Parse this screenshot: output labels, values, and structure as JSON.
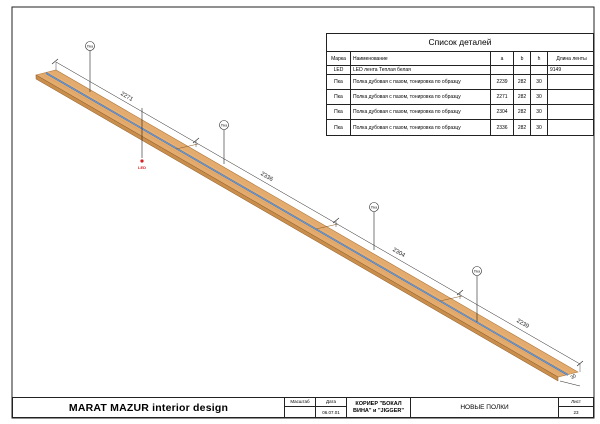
{
  "parts_table": {
    "title": "Список деталей",
    "headers": {
      "mark": "Марка",
      "name": "Наименование",
      "a": "a",
      "b": "b",
      "h": "h",
      "length": "Длина ленты"
    },
    "rows": [
      {
        "mark": "LED",
        "name": "LED лента Теплая белая",
        "a": "",
        "b": "",
        "h": "",
        "length": "9149"
      },
      {
        "mark": "Пка",
        "name": "Полка дубовая с пазом, тонировка по образцу",
        "a": "2239",
        "b": "282",
        "h": "30",
        "length": ""
      },
      {
        "mark": "Пка",
        "name": "Полка дубовая с пазом, тонировка по образцу",
        "a": "2271",
        "b": "282",
        "h": "30",
        "length": ""
      },
      {
        "mark": "Пка",
        "name": "Полка дубовая с пазом, тонировка по образцу",
        "a": "2304",
        "b": "282",
        "h": "30",
        "length": ""
      },
      {
        "mark": "Пка",
        "name": "Полка дубовая с пазом, тонировка по образцу",
        "a": "2336",
        "b": "282",
        "h": "30",
        "length": ""
      }
    ]
  },
  "drawing": {
    "dimensions": [
      "2271",
      "2336",
      "2304",
      "2239",
      "30"
    ],
    "callouts": [
      "Пка",
      "Пка",
      "Пка",
      "Пка"
    ],
    "led_label": "LED",
    "wood_color": "#e3ab6d",
    "wood_edge_color": "#c98d4c",
    "led_color": "#3a6fb5",
    "marker_color": "#d42020"
  },
  "title_block": {
    "company": "MARAT MAZUR interior design",
    "scale_label": "Масштаб",
    "scale_value": "",
    "date_label": "Дата",
    "date_value": "06.07.01",
    "project": "КОРИЕР \"БОКАЛ ВИНА\" и \"JIGGER\"",
    "sheet_name": "НОВЫЕ ПОЛКИ",
    "sheet_label": "Лист",
    "sheet_number": "23"
  }
}
